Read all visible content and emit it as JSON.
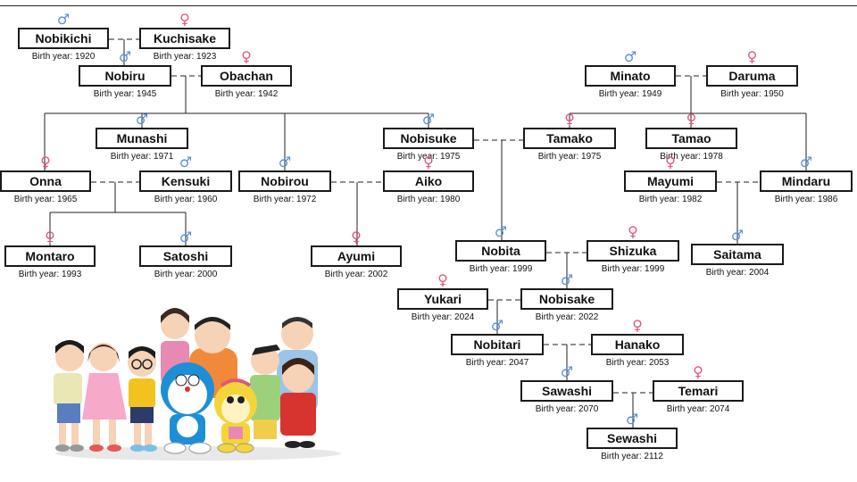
{
  "year_prefix": "Birth year: ",
  "colors": {
    "male": "#5b8fd4",
    "female": "#e0577a",
    "line": "#222222"
  },
  "people": {
    "nobikichi": {
      "name": "Nobikichi",
      "year": "1920",
      "gender": "male"
    },
    "kuchisake": {
      "name": "Kuchisake",
      "year": "1923",
      "gender": "female"
    },
    "nobiru": {
      "name": "Nobiru",
      "year": "1945",
      "gender": "male"
    },
    "obachan": {
      "name": "Obachan",
      "year": "1942",
      "gender": "female"
    },
    "minato": {
      "name": "Minato",
      "year": "1949",
      "gender": "male"
    },
    "daruma": {
      "name": "Daruma",
      "year": "1950",
      "gender": "female"
    },
    "munashi": {
      "name": "Munashi",
      "year": "1971",
      "gender": "male"
    },
    "nobisuke": {
      "name": "Nobisuke",
      "year": "1975",
      "gender": "male"
    },
    "tamako": {
      "name": "Tamako",
      "year": "1975",
      "gender": "female"
    },
    "tamao": {
      "name": "Tamao",
      "year": "1978",
      "gender": "female"
    },
    "onna": {
      "name": "Onna",
      "year": "1965",
      "gender": "female"
    },
    "kensuki": {
      "name": "Kensuki",
      "year": "1960",
      "gender": "male"
    },
    "nobirou": {
      "name": "Nobirou",
      "year": "1972",
      "gender": "male"
    },
    "aiko": {
      "name": "Aiko",
      "year": "1980",
      "gender": "female"
    },
    "mayumi": {
      "name": "Mayumi",
      "year": "1982",
      "gender": "female"
    },
    "mindaru": {
      "name": "Mindaru",
      "year": "1986",
      "gender": "male"
    },
    "montaro": {
      "name": "Montaro",
      "year": "1993",
      "gender": "female"
    },
    "satoshi": {
      "name": "Satoshi",
      "year": "2000",
      "gender": "male"
    },
    "ayumi": {
      "name": "Ayumi",
      "year": "2002",
      "gender": "female"
    },
    "nobita": {
      "name": "Nobita",
      "year": "1999",
      "gender": "male"
    },
    "shizuka": {
      "name": "Shizuka",
      "year": "1999",
      "gender": "female"
    },
    "saitama": {
      "name": "Saitama",
      "year": "2004",
      "gender": "male"
    },
    "yukari": {
      "name": "Yukari",
      "year": "2024",
      "gender": "female"
    },
    "nobisake": {
      "name": "Nobisake",
      "year": "2022",
      "gender": "male"
    },
    "nobitari": {
      "name": "Nobitari",
      "year": "2047",
      "gender": "male"
    },
    "hanako": {
      "name": "Hanako",
      "year": "2053",
      "gender": "female"
    },
    "sawashi": {
      "name": "Sawashi",
      "year": "2070",
      "gender": "male"
    },
    "temari": {
      "name": "Temari",
      "year": "2074",
      "gender": "female"
    },
    "sewashi": {
      "name": "Sewashi",
      "year": "2112",
      "gender": "male"
    }
  }
}
